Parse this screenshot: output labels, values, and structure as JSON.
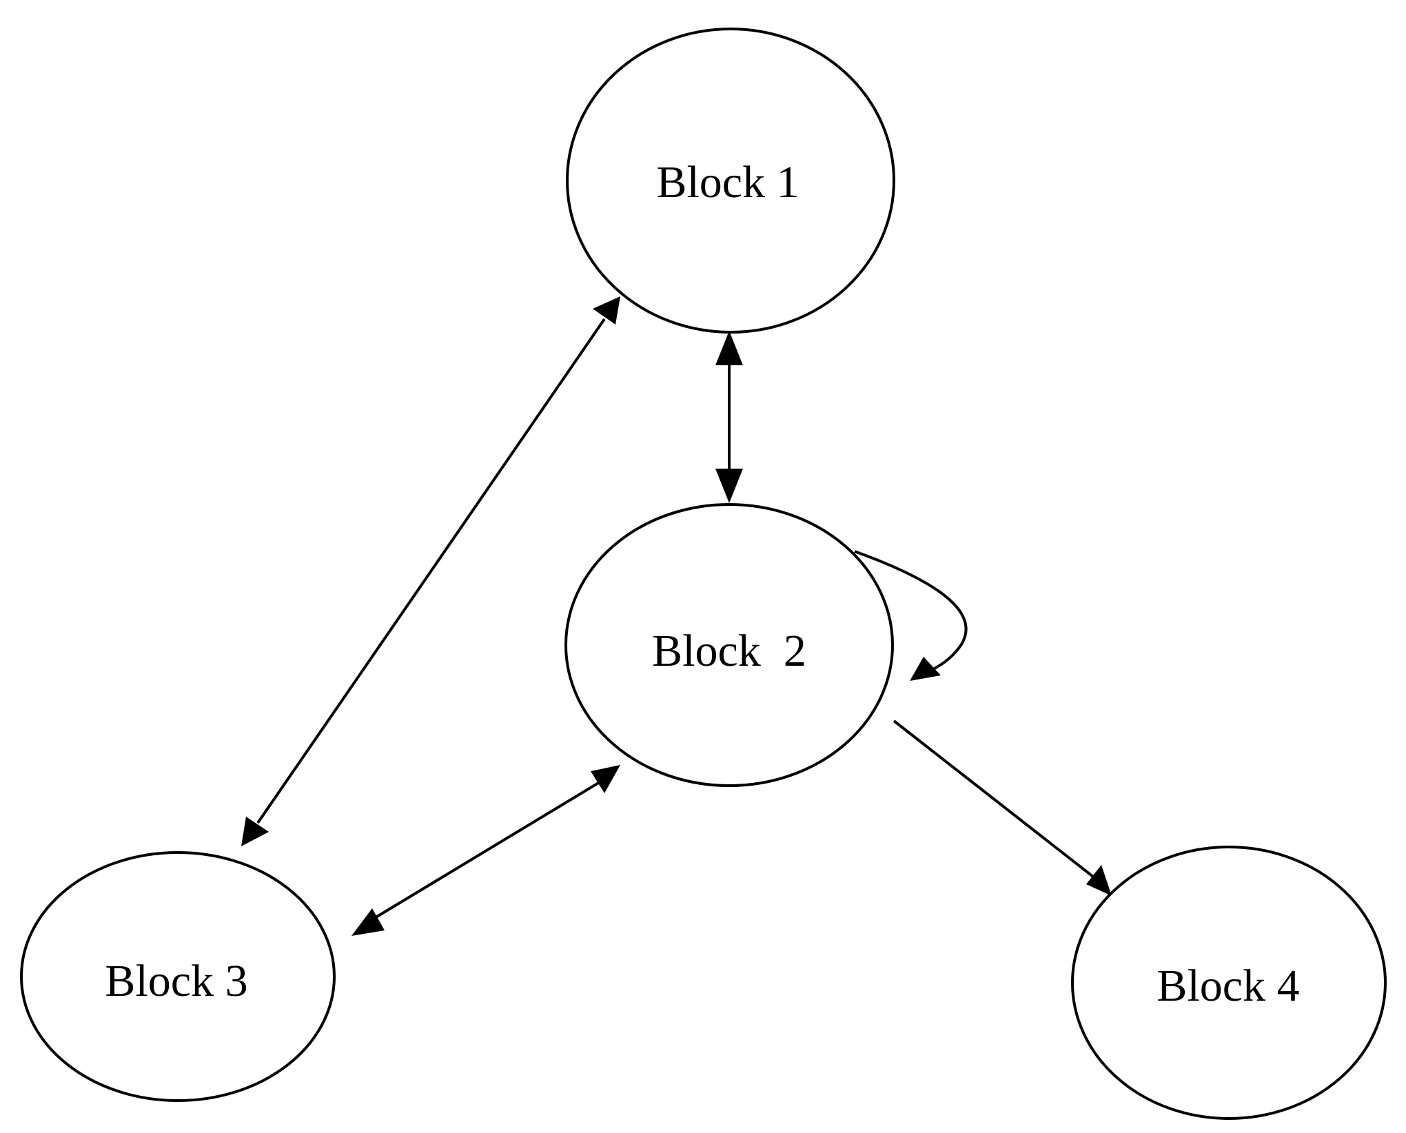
{
  "diagram": {
    "nodes": [
      {
        "id": "block1",
        "label": "Block 1"
      },
      {
        "id": "block2",
        "label": "Block  2"
      },
      {
        "id": "block3",
        "label": "Block 3"
      },
      {
        "id": "block4",
        "label": "Block 4"
      }
    ],
    "edges": [
      {
        "from": "block1",
        "to": "block2",
        "direction": "both"
      },
      {
        "from": "block1",
        "to": "block3",
        "direction": "both"
      },
      {
        "from": "block2",
        "to": "block3",
        "direction": "both"
      },
      {
        "from": "block2",
        "to": "block4",
        "direction": "forward"
      },
      {
        "from": "block2",
        "to": "block2",
        "direction": "self-loop"
      }
    ],
    "colors": {
      "stroke": "#000000",
      "background": "#ffffff"
    }
  }
}
